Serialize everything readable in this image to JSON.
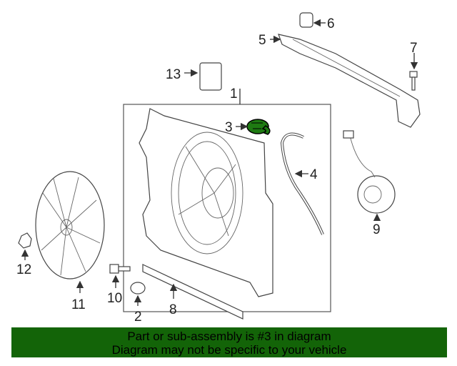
{
  "diagram": {
    "callouts": [
      "1",
      "2",
      "3",
      "4",
      "5",
      "6",
      "7",
      "8",
      "9",
      "10",
      "11",
      "12",
      "13"
    ],
    "highlighted_part": "3",
    "highlight_color": "#1e7a12"
  },
  "banner": {
    "line1": "Part or sub-assembly is #3 in diagram",
    "line2": "Diagram may not be specific to your vehicle",
    "background": "#136408"
  }
}
